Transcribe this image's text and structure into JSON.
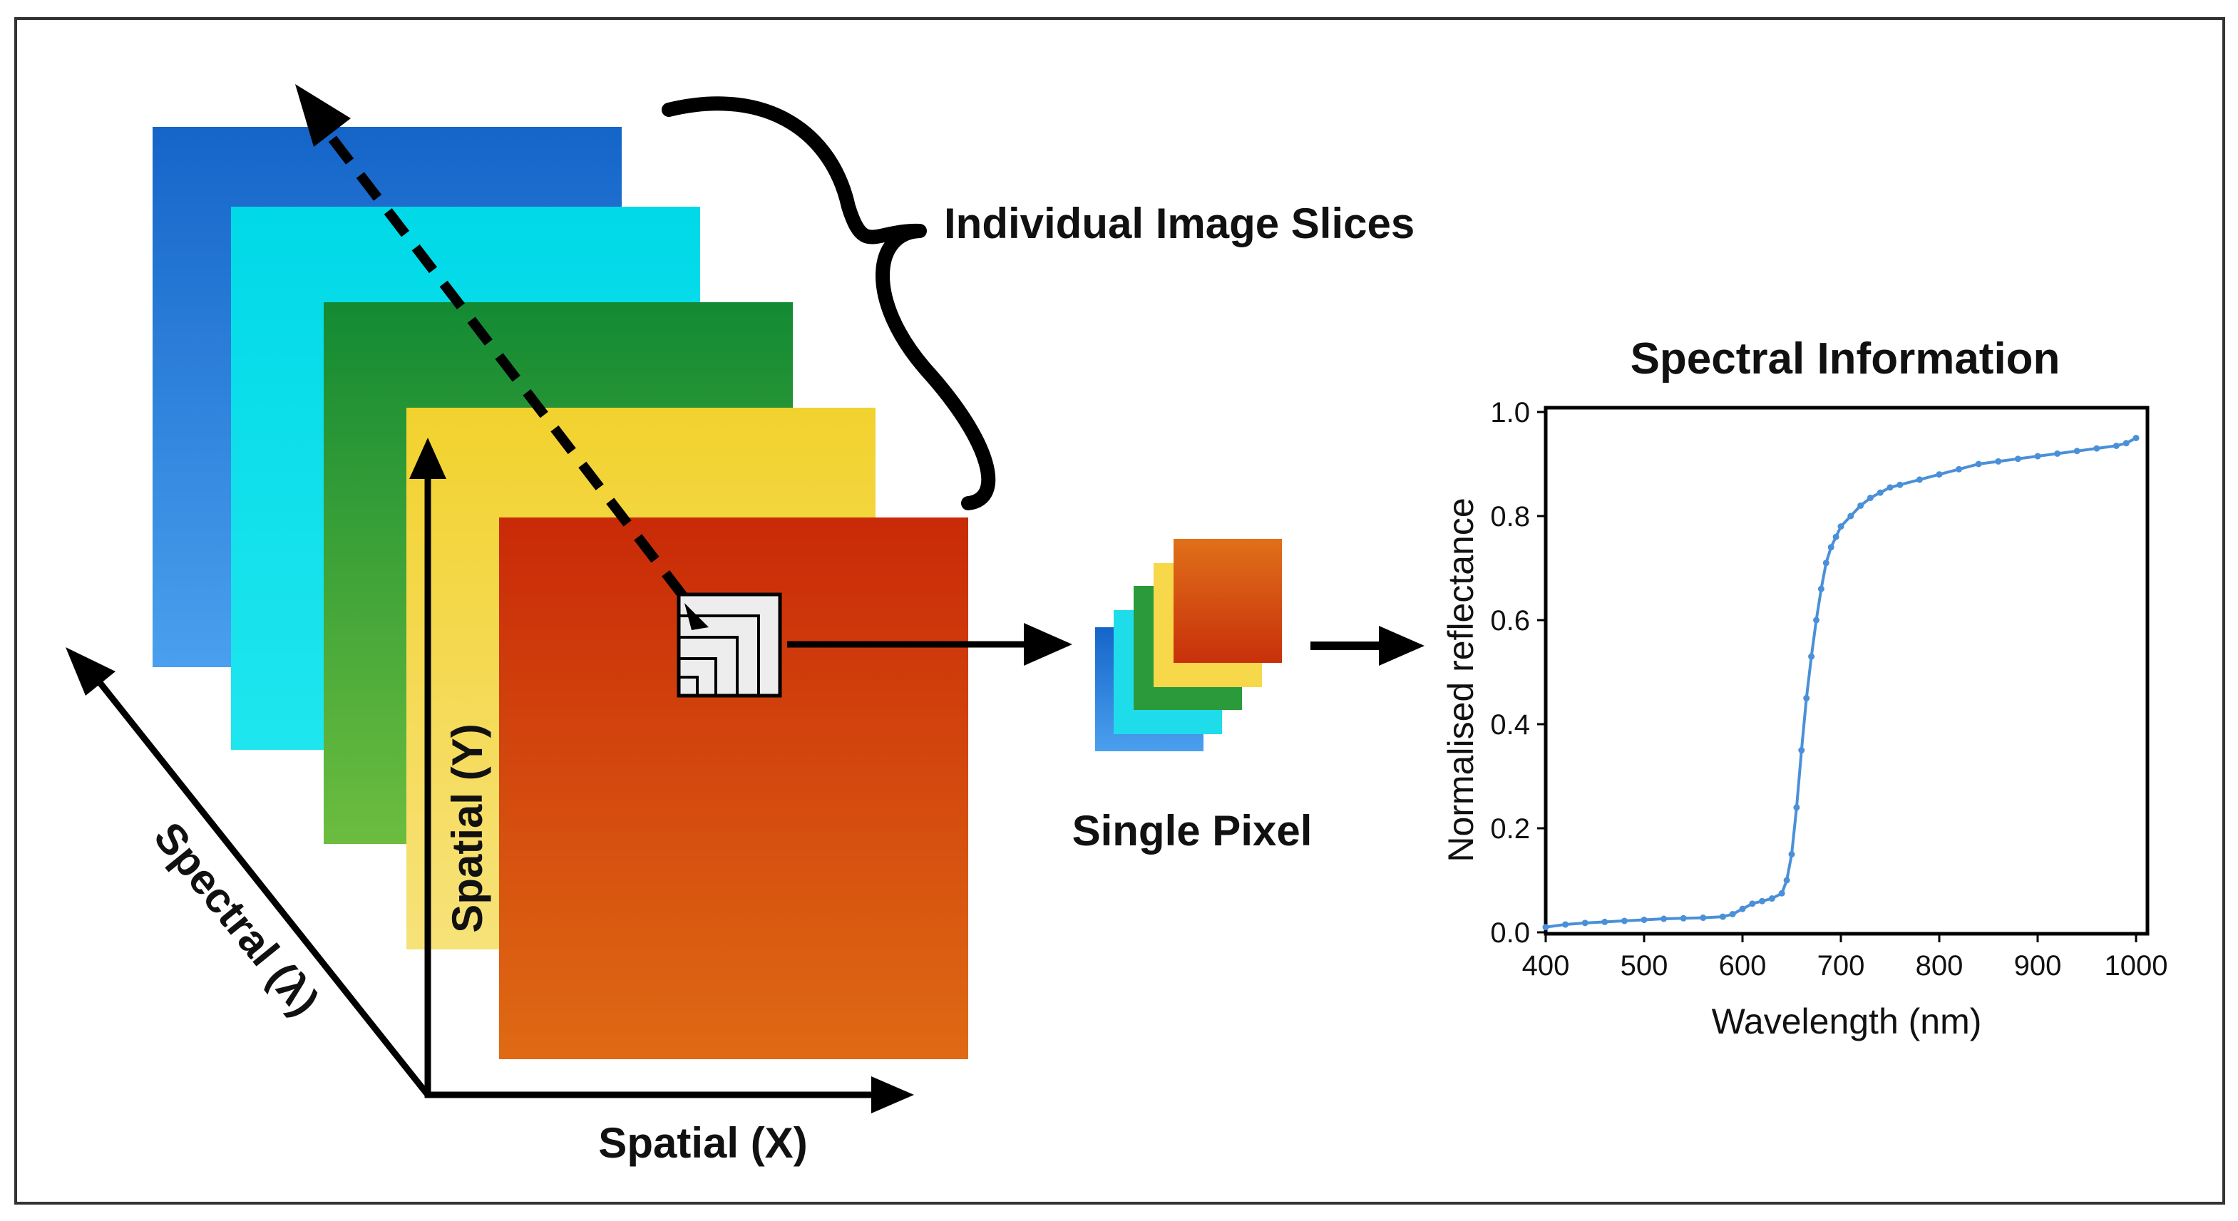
{
  "labels": {
    "individual_slices": "Individual Image Slices",
    "single_pixel": "Single Pixel",
    "spatial_x": "Spatial (X)",
    "spatial_y": "Spatial (Y)",
    "spectral": "Spectral (λ)"
  },
  "colors": {
    "blue": "#1f6ed1",
    "cyan": "#12dde6",
    "green": "#24913a",
    "yellow": "#f5d432",
    "red": "#cf3a0c",
    "curve": "#4a90d9"
  },
  "chart_data": {
    "type": "line",
    "title": "Spectral Information",
    "xlabel": "Wavelength (nm)",
    "ylabel": "Normalised reflectance",
    "xlim": [
      400,
      1000
    ],
    "ylim": [
      0,
      1.0
    ],
    "xticks": [
      400,
      500,
      600,
      700,
      800,
      900,
      1000
    ],
    "yticks": [
      0.0,
      0.2,
      0.4,
      0.6,
      0.8,
      1.0
    ],
    "grid": false,
    "series": [
      {
        "x": [
          400,
          420,
          440,
          460,
          480,
          500,
          520,
          540,
          560,
          580,
          590,
          600,
          610,
          620,
          630,
          640,
          645,
          650,
          655,
          660,
          665,
          670,
          675,
          680,
          685,
          690,
          695,
          700,
          710,
          720,
          730,
          740,
          750,
          760,
          780,
          800,
          820,
          840,
          860,
          880,
          900,
          920,
          940,
          960,
          980,
          990,
          1000
        ],
        "y": [
          0.01,
          0.015,
          0.018,
          0.02,
          0.022,
          0.024,
          0.026,
          0.027,
          0.028,
          0.03,
          0.035,
          0.045,
          0.055,
          0.06,
          0.065,
          0.075,
          0.1,
          0.15,
          0.24,
          0.35,
          0.45,
          0.53,
          0.6,
          0.66,
          0.71,
          0.74,
          0.76,
          0.78,
          0.8,
          0.82,
          0.835,
          0.845,
          0.855,
          0.86,
          0.87,
          0.88,
          0.89,
          0.9,
          0.905,
          0.91,
          0.915,
          0.92,
          0.925,
          0.93,
          0.935,
          0.94,
          0.95
        ]
      }
    ]
  }
}
